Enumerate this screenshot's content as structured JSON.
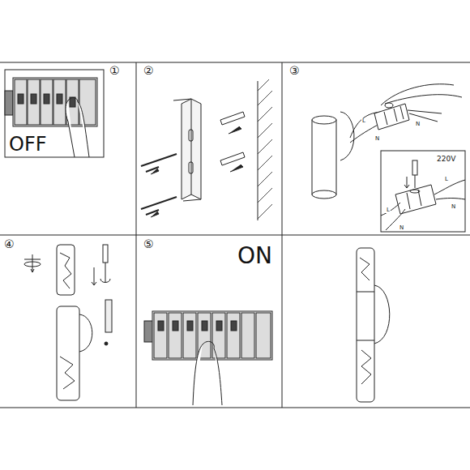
{
  "diagram": {
    "labels": [
      "①",
      "OFF",
      "②",
      "③",
      "L",
      "N",
      "N",
      "220V",
      "L",
      "N",
      "L",
      "N",
      "④",
      "⑤",
      "ON"
    ]
  }
}
